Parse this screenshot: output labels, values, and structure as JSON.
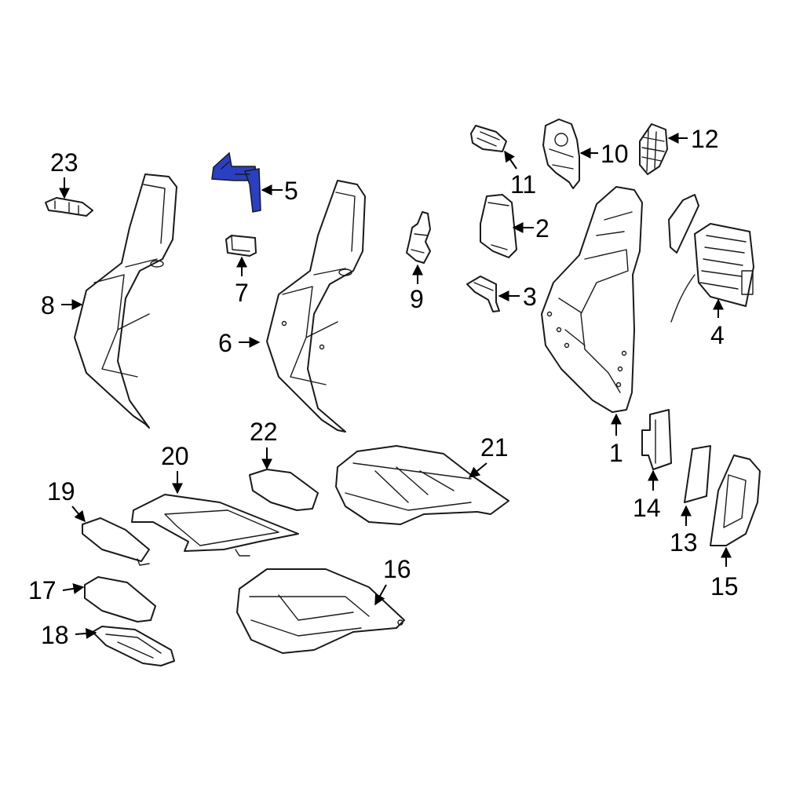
{
  "highlight_color": "#2b3fc4",
  "callouts": {
    "c1": "1",
    "c2": "2",
    "c3": "3",
    "c4": "4",
    "c5": "5",
    "c6": "6",
    "c7": "7",
    "c8": "8",
    "c9": "9",
    "c10": "10",
    "c11": "11",
    "c12": "12",
    "c13": "13",
    "c14": "14",
    "c15": "15",
    "c16": "16",
    "c17": "17",
    "c18": "18",
    "c19": "19",
    "c20": "20",
    "c21": "21",
    "c22": "22",
    "c23": "23"
  },
  "highlighted_part": "5"
}
